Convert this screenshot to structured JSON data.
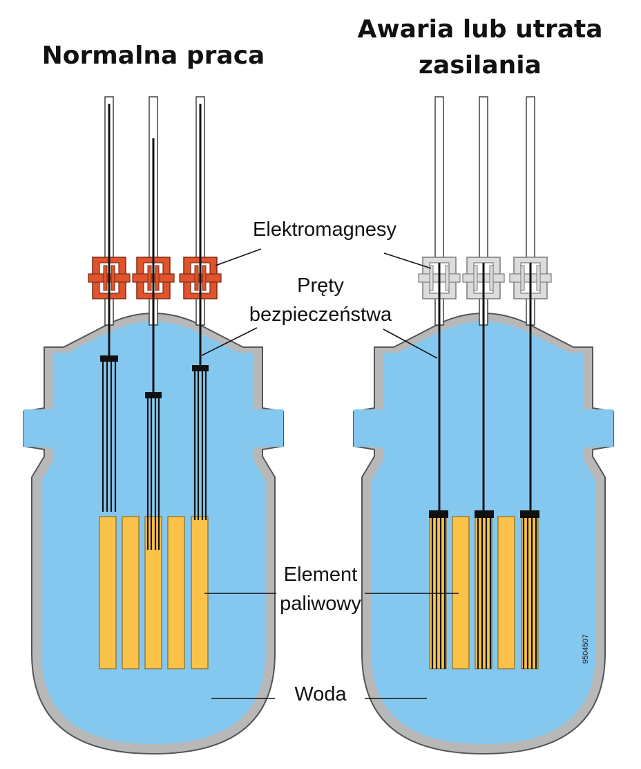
{
  "titles": {
    "left": "Normalna praca",
    "right_line1": "Awaria lub utrata",
    "right_line2": "zasilania"
  },
  "labels": {
    "electromagnets": "Elektromagnesy",
    "safety_rods_line1": "Pręty",
    "safety_rods_line2": "bezpieczeństwa",
    "fuel_element_line1": "Element",
    "fuel_element_line2": "paliwowy",
    "water": "Woda"
  },
  "figure_code": "9504507",
  "colors": {
    "water": "#85c8ef",
    "vessel_wall": "#b8b8b8",
    "vessel_outline": "#555555",
    "fuel": "#fbc24a",
    "magnet_energized": "#e0532c",
    "magnet_deenergized": "#dcdcdc",
    "rod": "#111111"
  }
}
